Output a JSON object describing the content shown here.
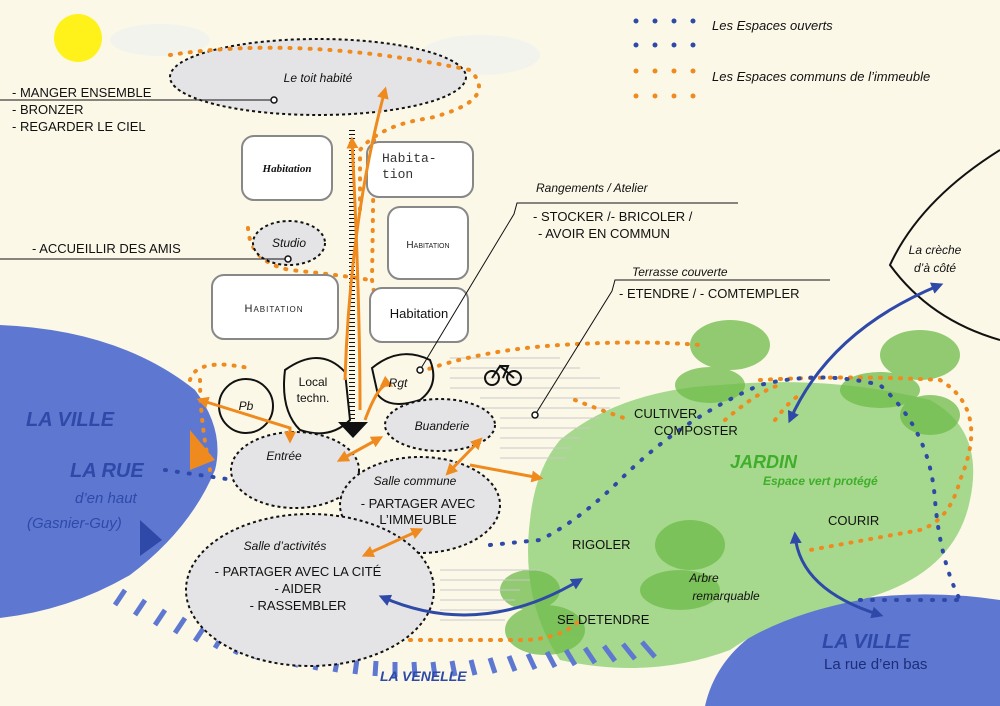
{
  "legend": {
    "open_spaces": "Les Espaces ouverts",
    "common_spaces": "Les Espaces communs de l’immeuble"
  },
  "rooftop": {
    "title": "Le toit habité",
    "activities": [
      "- MANGER ENSEMBLE",
      "- BRONZER",
      "- REGARDER LE CIEL"
    ]
  },
  "dwellings": {
    "h1": "Habitation",
    "h2_line1": "Habita-",
    "h2_line2": "tion",
    "h3": "Habitation",
    "h4": "Habitation",
    "h5": "Habitation"
  },
  "studio": {
    "title": "Studio",
    "activity": "- ACCUEILLIR DES AMIS"
  },
  "storage": {
    "title": "Rangements / Atelier",
    "line1": "- STOCKER /- BRICOLER /",
    "line2": "- AVOIR EN COMMUN"
  },
  "terrace": {
    "title": "Terrasse couverte",
    "activity": "- ETENDRE / - COMTEMPLER"
  },
  "daycare": {
    "line1": "La crèche",
    "line2": "d’à côté"
  },
  "rooms": {
    "pb": "Pb",
    "local_line1": "Local",
    "local_line2": "techn.",
    "rgt": "Rgt",
    "entree": "Entrée",
    "buanderie": "Buanderie",
    "salle_commune": "Salle commune",
    "salle_commune_act1": "- PARTAGER AVEC",
    "salle_commune_act2": "L’IMMEUBLE",
    "salle_activites": "Salle d’activités",
    "salle_act1": "- PARTAGER AVEC LA CITÉ",
    "salle_act2": "- AIDER",
    "salle_act3": "- RASSEMBLER"
  },
  "city_left": {
    "ville": "LA VILLE",
    "rue": "LA RUE",
    "rue_sub1": "d’en haut",
    "rue_sub2": "(Gasnier-Guy)"
  },
  "garden": {
    "title": "JARDIN",
    "subtitle": "Espace vert protégé",
    "cultiver": "CULTIVER",
    "composter": "COMPOSTER",
    "courir": "COURIR",
    "rigoler": "RIGOLER",
    "arbre1": "Arbre",
    "arbre2": "remarquable",
    "se_detendre": "SE DETENDRE"
  },
  "city_right": {
    "ville": "LA VILLE",
    "sub": "La rue d’en bas"
  },
  "venelle": "LA VENELLE",
  "colors": {
    "orange": "#ef8a1e",
    "blue": "#2e49a8",
    "city_blue": "#5e78d2",
    "garden_green": "#a6d98d",
    "room_gray": "#e4e4e6",
    "background": "#fbf8e8"
  }
}
